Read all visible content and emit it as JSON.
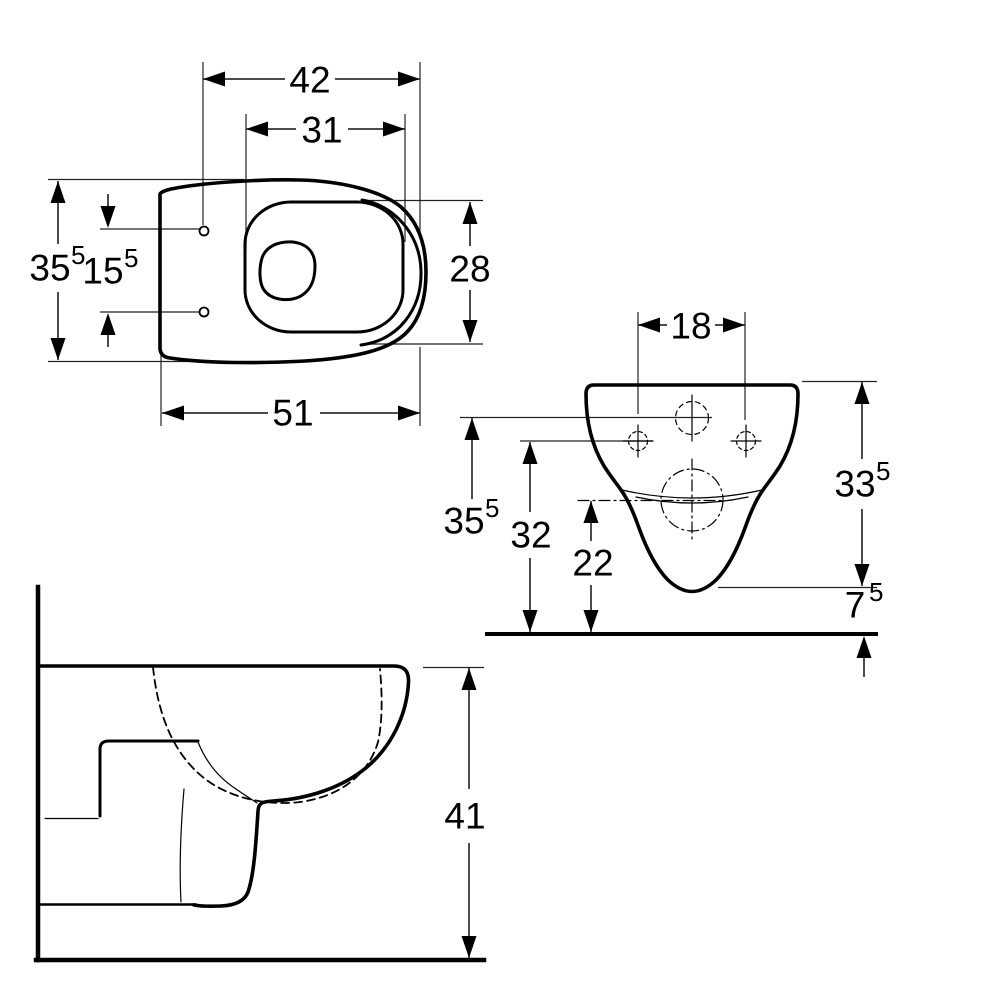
{
  "colors": {
    "line": "#000000",
    "background": "#ffffff"
  },
  "top_view": {
    "overall_width": {
      "value": "42"
    },
    "bowl_width": {
      "value": "31"
    },
    "depth_total": {
      "value": "35",
      "sup": "5"
    },
    "hole_spacing": {
      "value": "15",
      "sup": "5"
    },
    "bowl_length": {
      "value": "28"
    },
    "overall_depth": {
      "value": "51"
    }
  },
  "rear_view": {
    "fixing_hole_spacing": {
      "value": "18"
    },
    "flush_inlet_height": {
      "value": "35",
      "sup": "5"
    },
    "fixing_hole_height": {
      "value": "32"
    },
    "outlet_height": {
      "value": "22"
    },
    "body_height": {
      "value": "33",
      "sup": "5"
    },
    "bottom_clearance": {
      "value": "7",
      "sup": "5"
    }
  },
  "side_view": {
    "height_floor_to_rim": {
      "value": "41"
    }
  }
}
